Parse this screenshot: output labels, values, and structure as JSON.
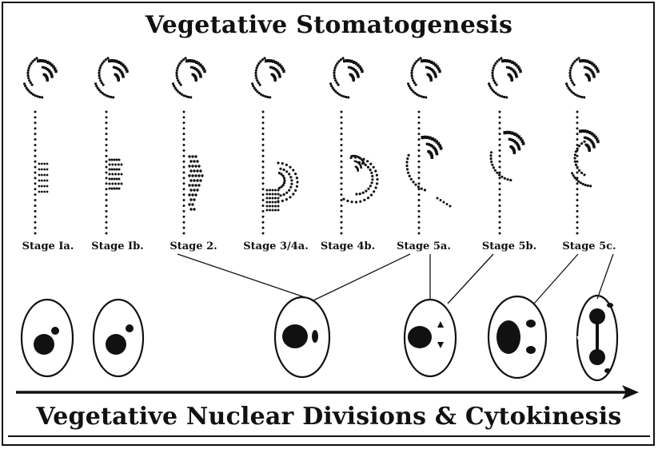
{
  "title_top": "Vegetative Stomatogenesis",
  "title_bottom": "Vegetative Nuclear Divisions & Cytokinesis",
  "stages": [
    "Stage Ia.",
    "Stage Ib.",
    "Stage 2.",
    "Stage 3/4a.",
    "Stage 4b.",
    "Stage 5a.",
    "Stage 5b.",
    "Stage 5c."
  ],
  "colors": {
    "ink": "#111111",
    "background": "#ffffff"
  }
}
